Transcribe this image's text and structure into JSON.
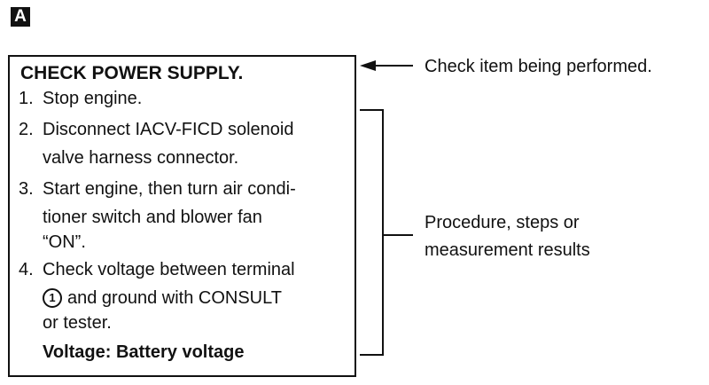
{
  "badge": "A",
  "check_box": {
    "title": "CHECK POWER SUPPLY.",
    "steps": [
      {
        "num": "1.",
        "lines": [
          "Stop engine."
        ]
      },
      {
        "num": "2.",
        "lines": [
          "Disconnect IACV-FICD solenoid",
          "valve harness connector."
        ]
      },
      {
        "num": "3.",
        "lines": [
          "Start engine, then turn air condi-",
          "tioner switch and blower fan",
          "“ON”."
        ]
      },
      {
        "num": "4.",
        "lines": [
          "Check voltage between terminal",
          "and ground with CONSULT",
          "or tester."
        ]
      }
    ],
    "terminal_number": "1",
    "result": "Voltage: Battery voltage"
  },
  "callouts": {
    "check_item": "Check item being performed.",
    "procedure_line1": "Procedure, steps or",
    "procedure_line2": "measurement results"
  }
}
